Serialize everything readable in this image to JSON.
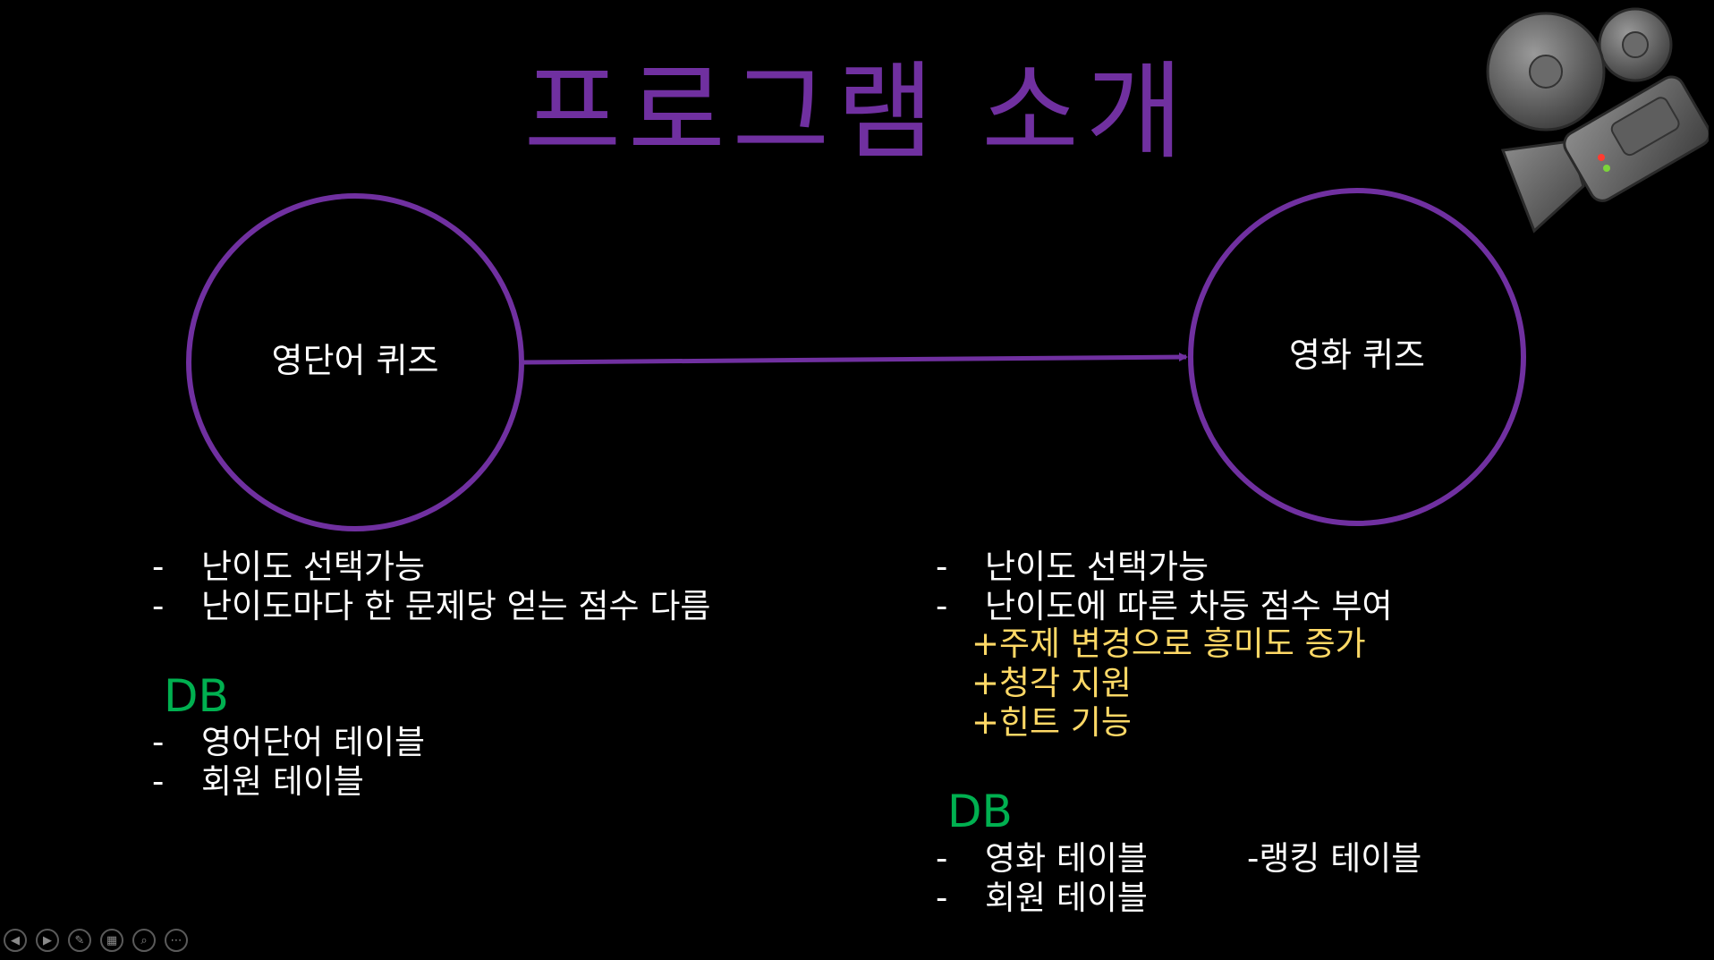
{
  "slide": {
    "title": "프로그램 소개"
  },
  "left_node": {
    "label": "영단어 퀴즈"
  },
  "right_node": {
    "label": "영화 퀴즈"
  },
  "left_list": {
    "features": [
      "난이도 선택가능",
      "난이도마다 한 문제당 얻는 점수 다름"
    ],
    "db_heading": "DB",
    "db_items": [
      "영어단어 테이블",
      "회원 테이블"
    ]
  },
  "right_list": {
    "features": [
      "난이도 선택가능",
      "난이도에 따른 차등 점수 부여"
    ],
    "extras": [
      "+주제 변경으로 흥미도 증가",
      "+청각 지원",
      "+힌트 기능"
    ],
    "db_heading": "DB",
    "db_items": [
      "영화 테이블",
      "회원 테이블"
    ],
    "db_extra": "-랭킹 테이블"
  },
  "bullet_dash": "-",
  "colors": {
    "accent": "#7030a0",
    "db_heading": "#00b050",
    "highlight": "#ffd966"
  },
  "icons": {
    "camera": "movie-camera-icon",
    "nav": [
      "previous-slide-icon",
      "next-slide-icon",
      "pen-icon",
      "slides-grid-icon",
      "zoom-icon",
      "more-options-icon"
    ]
  }
}
